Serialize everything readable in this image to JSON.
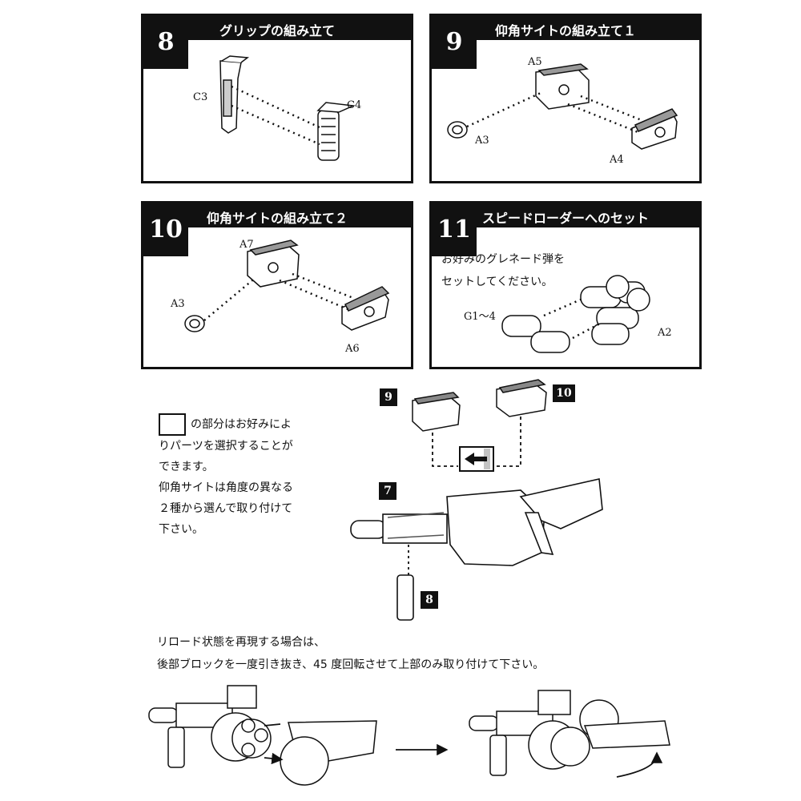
{
  "steps": [
    {
      "number": "8",
      "title": "グリップの組み立て",
      "parts": [
        "C3",
        "C4"
      ]
    },
    {
      "number": "9",
      "title": "仰角サイトの組み立て１",
      "parts": [
        "A5",
        "A3",
        "A4"
      ]
    },
    {
      "number": "10",
      "title": "仰角サイトの組み立て２",
      "parts": [
        "A7",
        "A3",
        "A6"
      ]
    },
    {
      "number": "11",
      "title": "スピードローダーへのセット",
      "parts": [
        "G1～4",
        "A2"
      ],
      "instruction_lines": [
        "お好みのグレネード弾を",
        "セットしてください。"
      ]
    }
  ],
  "overview": {
    "tags": [
      "9",
      "10",
      "7",
      "8"
    ],
    "note_lines": [
      "の部分はお好みによ",
      "りパーツを選択することが",
      "できます。",
      "仰角サイトは角度の異なる",
      "２種から選んで取り付けて",
      "下さい。"
    ]
  },
  "reload": {
    "lines": [
      "リロード状態を再現する場合は、",
      "後部ブロックを一度引き抜き、45 度回転させて上部のみ取り付けて下さい。"
    ]
  }
}
